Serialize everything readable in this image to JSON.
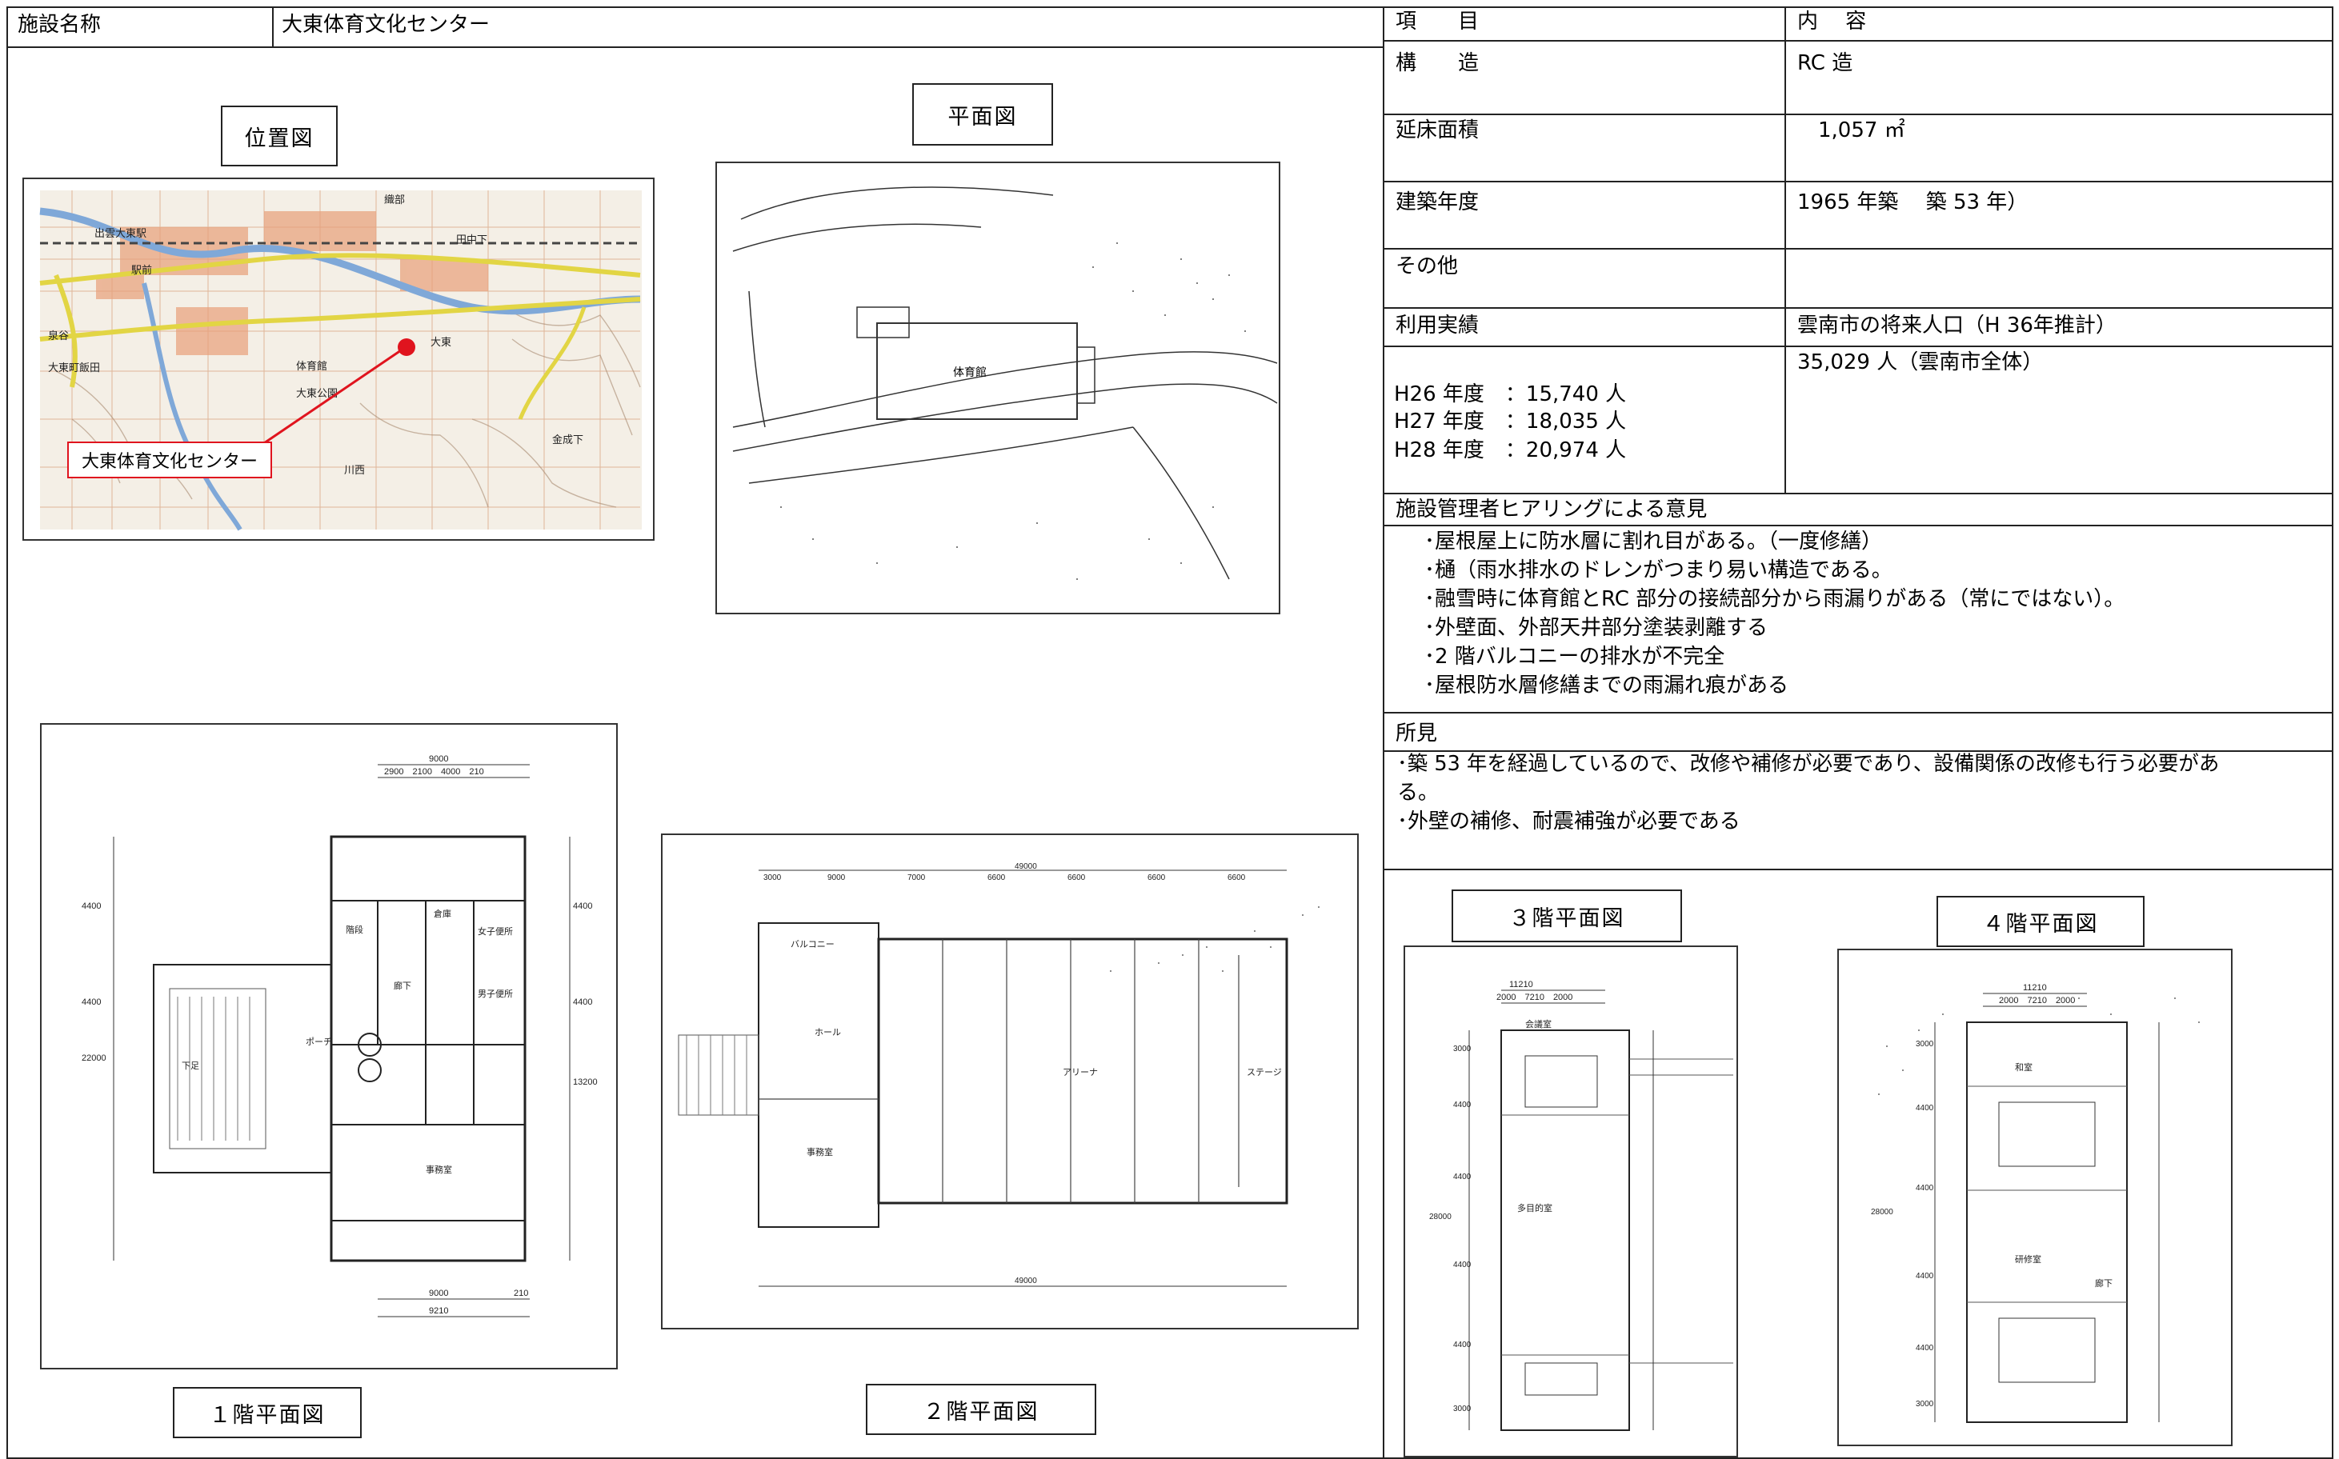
{
  "header": {
    "facility_label": "施設名称",
    "facility_name": "大東体育文化センター",
    "item_label": "項　　目",
    "content_label": "内　 容"
  },
  "figures": {
    "location_map": "位置図",
    "site_plan": "平面図",
    "floor1": "１階平面図",
    "floor2": "２階平面図",
    "floor3": "３階平面図",
    "floor4": "４階平面図",
    "map_callout": "大東体育文化センター"
  },
  "map_labels": {
    "station": "出雲大東駅",
    "ekimae": "駅前",
    "daito": "大東",
    "taiikukan": "体育館",
    "daito_park": "大東公園",
    "kawanishi": "川西",
    "izumidani": "泉谷",
    "daito_iida": "大東町飯田",
    "konari": "金成下",
    "orobe": "織部",
    "tanakashita": "田中下"
  },
  "rows": [
    {
      "label": "構　　造",
      "value": "RC 造"
    },
    {
      "label": "延床面積",
      "value": "　1,057 ㎡"
    },
    {
      "label": "建築年度",
      "value": "1965 年築　 築 53 年）"
    },
    {
      "label": "その他",
      "value": ""
    },
    {
      "label": "利用実績",
      "value": "雲南市の将来人口（H 36年推計）"
    }
  ],
  "usage": {
    "lines": [
      "H26 年度　：15,740 人",
      "H27 年度　：18,035 人",
      "H28 年度　：20,974 人"
    ],
    "population": "35,029 人（雲南市全体）"
  },
  "opinion": {
    "title": "施設管理者ヒアリングによる意見",
    "items": [
      "･屋根屋上に防水層に割れ目がある。（一度修繕）",
      "･樋（雨水排水のドレンがつまり易い構造である。",
      "･融雪時に体育館とRC 部分の接続部分から雨漏りがある（常にではない）。",
      "･外壁面、外部天井部分塗装剥離する",
      "･2 階バルコニーの排水が不完全",
      "･屋根防水層修繕までの雨漏れ痕がある"
    ]
  },
  "findings": {
    "title": "所見",
    "line1": "･築 53 年を経過しているので、改修や補修が必要であり、設備関係の改修も行う必要があ",
    "line2": "る。",
    "line3": "･外壁の補修、耐震補強が必要である"
  },
  "plan_dims": {
    "f1_top": "9000",
    "f1_sub": "2900　2100　4000　210",
    "f1_bottom": "9000",
    "f1_bottom2": "9210",
    "f1_bottom_r": "210",
    "f2_top": "49000",
    "f2_bottom": "49000",
    "f3_top": "11210",
    "f3_sub": "2000　7210　2000",
    "f4_top": "11210",
    "f4_sub": "2000　7210　2000",
    "f2_segments": [
      "3000",
      "9000",
      "7000",
      "6600",
      "6600",
      "6600",
      "6600"
    ],
    "f1_side": [
      "4400",
      "4400",
      "4400",
      "4400"
    ],
    "f1_total": "22000",
    "f1_total2": "13200",
    "f3_side": [
      "3000",
      "4400",
      "4400",
      "4400",
      "4400",
      "3000"
    ],
    "f3_total": "28000",
    "f4_side": [
      "3000",
      "4400",
      "4400",
      "4400",
      "4400",
      "3000"
    ],
    "f4_total": "28000"
  },
  "room_labels": {
    "f1_porch": "ポーチ",
    "f1_office": "事務室",
    "f1_corridor": "廊下",
    "f1_warehouse": "倉庫",
    "f1_toilet_w": "女子便所",
    "f1_toilet_m": "男子便所",
    "f1_stair": "階段",
    "f1_shoes": "下足",
    "f2_hall": "ホール",
    "f2_arena": "アリーナ",
    "f2_stage": "ステージ",
    "f2_balcony": "バルコニー",
    "f2_office": "事務室",
    "f3_room": "会議室",
    "f3_hall": "多目的室",
    "f4_room": "和室",
    "f4_big": "研修室",
    "f4_corridor": "廊下",
    "site_gym": "体育館"
  }
}
